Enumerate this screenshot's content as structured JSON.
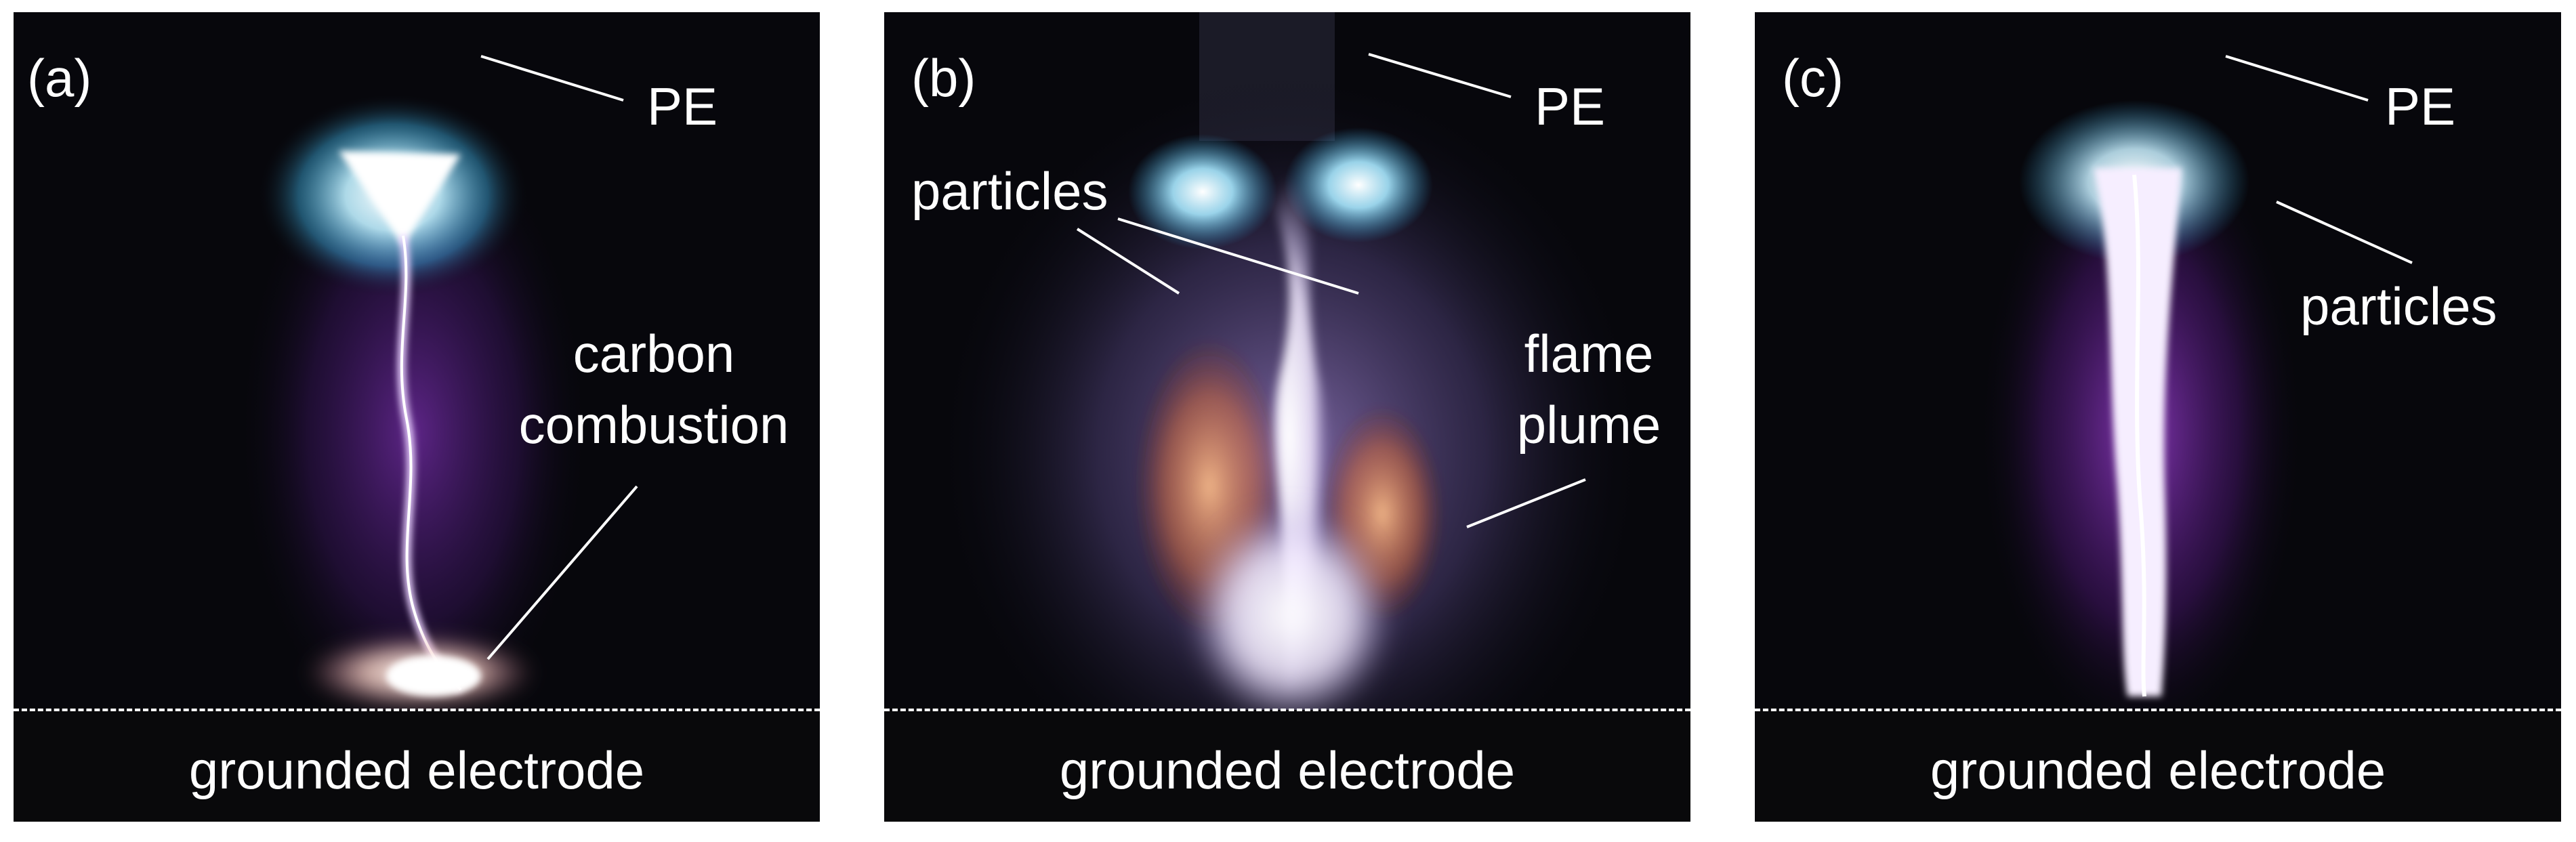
{
  "panels": [
    {
      "label": "(a)",
      "annotations": {
        "pe": "PE",
        "carbon_line1": "carbon",
        "carbon_line2": "combustion"
      },
      "grounded": "grounded electrode"
    },
    {
      "label": "(b)",
      "annotations": {
        "pe": "PE",
        "particles": "particles",
        "flame_line1": "flame",
        "flame_line2": "plume"
      },
      "grounded": "grounded electrode"
    },
    {
      "label": "(c)",
      "annotations": {
        "pe": "PE",
        "particles": "particles"
      },
      "grounded": "grounded electrode"
    }
  ],
  "colors": {
    "background": "#07070c",
    "discharge_purple": "#8a3fc0",
    "discharge_core": "#ffffff",
    "tip_cyan": "#5fd2ff",
    "flame_orange": "#ff9b4a",
    "annotation": "#ffffff"
  }
}
